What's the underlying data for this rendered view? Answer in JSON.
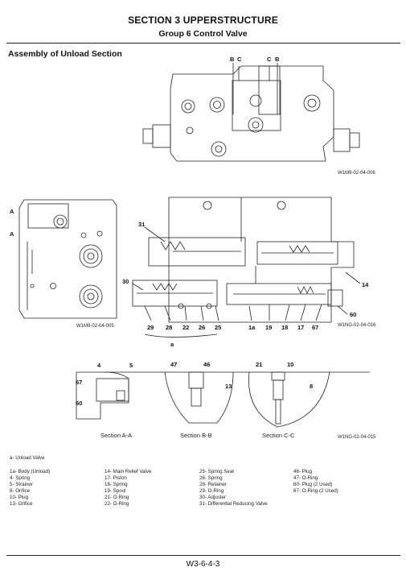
{
  "header": {
    "section_title": "SECTION 3 UPPERSTRUCTURE",
    "group_title": "Group 6 Control Valve"
  },
  "heading": "Assembly of Unload Section",
  "figures": {
    "fig1_id": "W1M9-02-04-006",
    "fig2_id": "W1M9-02-04-005",
    "fig3_id": "W1NG-02-04-016",
    "fig4_id": "W1NG-02-04-015"
  },
  "callouts": {
    "top": [
      "B",
      "C",
      "C",
      "B"
    ],
    "left": [
      "A",
      "A"
    ],
    "main": [
      "31",
      "30",
      "14",
      "60",
      "29",
      "28",
      "22",
      "26",
      "25",
      "1a",
      "19",
      "18",
      "17",
      "67",
      "a"
    ],
    "section_a": [
      "4",
      "5",
      "67",
      "60"
    ],
    "section_b": [
      "47",
      "46",
      "13"
    ],
    "section_c": [
      "21",
      "10",
      "8"
    ]
  },
  "captions": {
    "section_a": "Section A-A",
    "section_b": "Section B-B",
    "section_c": "Section C-C"
  },
  "legend": {
    "header": "a-    Unload Valve",
    "col1": [
      "1a-  Body (Unload)",
      "4-    Spring",
      "5-    Strainer",
      "8-    Orifice",
      "10-   Plug",
      "13-   Orifice"
    ],
    "col2": [
      "14-   Main Relief Valve",
      "17-   Piston",
      "18-   Spring",
      "19-   Spool",
      "21-   O-Ring",
      "22-   O-Ring"
    ],
    "col3": [
      "25-   Spring Seat",
      "26-   Spring",
      "28-   Retainer",
      "29-   O-Ring",
      "30-   Adjuster",
      "31-   Differential Reducing Valve"
    ],
    "col4": [
      "46-   Plug",
      "47-   O-Ring",
      "60-   Plug (2 Used)",
      "67-   O-Ring (2 Used)"
    ]
  },
  "footer": {
    "page_number": "W3-6-4-3"
  }
}
